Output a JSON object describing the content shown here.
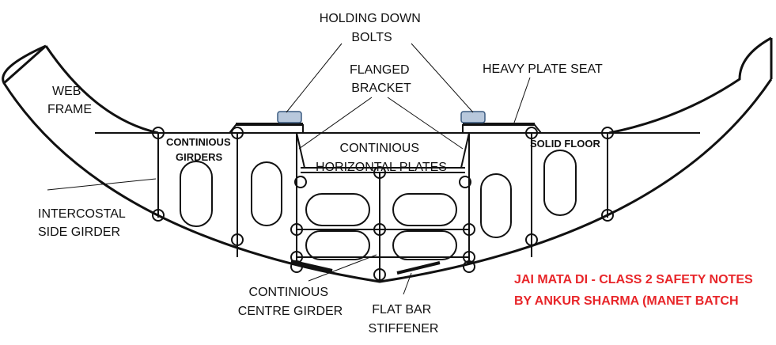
{
  "labels": {
    "holding_down_bolts": [
      "HOLDING DOWN",
      "BOLTS"
    ],
    "flanged_bracket": [
      "FLANGED",
      "BRACKET"
    ],
    "heavy_plate_seat": "HEAVY PLATE SEAT",
    "web_frame": [
      "WEB",
      "FRAME"
    ],
    "continious_girders": [
      "CONTINIOUS",
      "GIRDERS"
    ],
    "continious_horizontal_plates": [
      "CONTINIOUS",
      "HORIZONTAL PLATES"
    ],
    "solid_floor": "SOLID FLOOR",
    "intercostal_side_girder": [
      "INTERCOSTAL",
      "SIDE GIRDER"
    ],
    "continious_centre_girder": [
      "CONTINIOUS",
      "CENTRE GIRDER"
    ],
    "flat_bar_stiffener": [
      "FLAT BAR",
      "STIFFENER"
    ]
  },
  "watermark": {
    "line1": "JAI MATA DI - CLASS 2 SAFETY NOTES",
    "line2": "BY ANKUR SHARMA (MANET BATCH "
  },
  "colors": {
    "outline": "#111111",
    "bolt_fill": "#b8c8dc",
    "bolt_stroke": "#3a5a80",
    "note": "#e8262a"
  }
}
